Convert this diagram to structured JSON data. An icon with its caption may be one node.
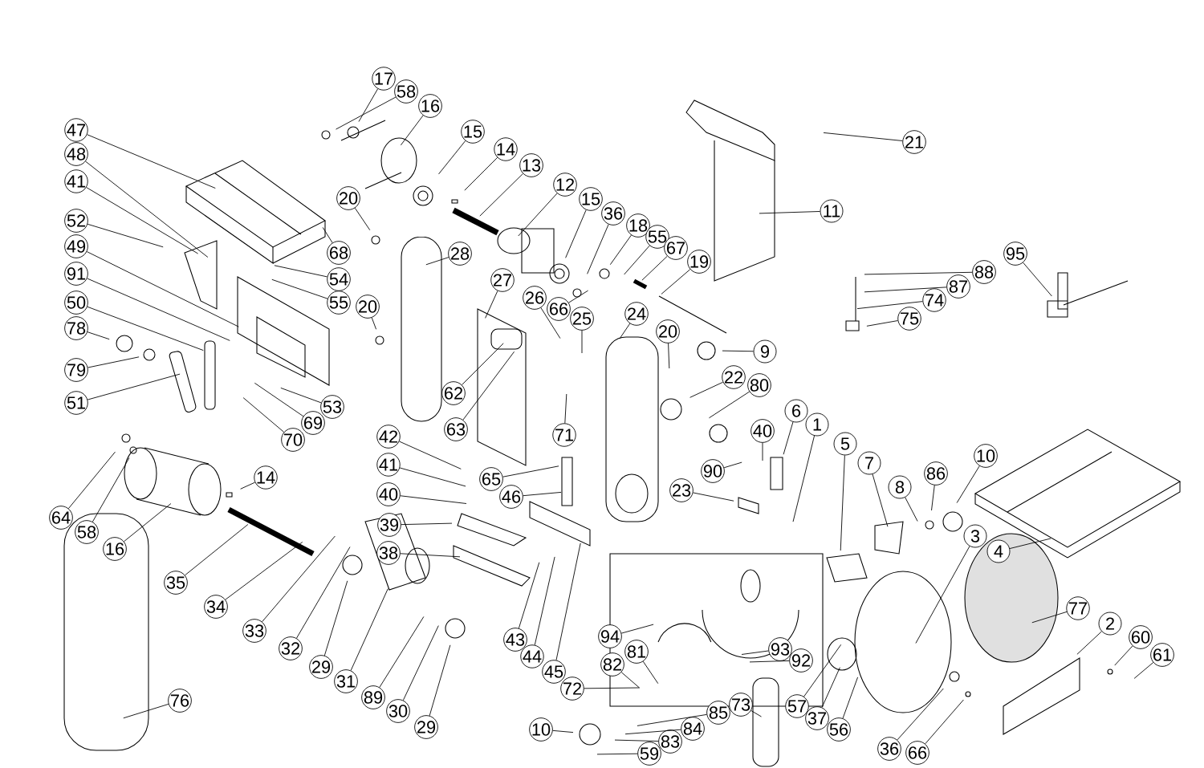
{
  "diagram": {
    "nodes": [
      {
        "text": [
          "17"
        ]
      },
      {
        "text": [
          "58"
        ]
      },
      {
        "text": [
          "16"
        ]
      },
      {
        "text": [
          "47"
        ]
      },
      {
        "text": [
          "15"
        ]
      },
      {
        "text": [
          "21"
        ]
      },
      {
        "text": [
          "14"
        ]
      },
      {
        "text": [
          "48"
        ]
      },
      {
        "text": [
          "13"
        ]
      },
      {
        "text": [
          "20"
        ]
      },
      {
        "text": [
          "41"
        ]
      },
      {
        "text": [
          "12"
        ]
      },
      {
        "text": [
          "15"
        ]
      },
      {
        "text": [
          "11"
        ]
      },
      {
        "text": [
          "36"
        ]
      },
      {
        "text": [
          "52"
        ]
      },
      {
        "text": [
          "18"
        ]
      },
      {
        "text": [
          "55"
        ]
      },
      {
        "text": [
          "49"
        ]
      },
      {
        "text": [
          "67"
        ]
      },
      {
        "text": [
          "68"
        ]
      },
      {
        "text": [
          "95"
        ]
      },
      {
        "text": [
          "28"
        ]
      },
      {
        "text": [
          "19"
        ]
      },
      {
        "text": [
          "88"
        ]
      },
      {
        "text": [
          "91"
        ]
      },
      {
        "text": [
          "54"
        ]
      },
      {
        "text": [
          "87"
        ]
      },
      {
        "text": [
          "26"
        ]
      },
      {
        "text": [
          "74"
        ]
      },
      {
        "text": [
          "55"
        ]
      },
      {
        "text": [
          "50"
        ]
      },
      {
        "text": [
          "66"
        ]
      },
      {
        "text": [
          "27"
        ]
      },
      {
        "text": [
          "20"
        ]
      },
      {
        "text": [
          "24"
        ]
      },
      {
        "text": [
          "75"
        ]
      },
      {
        "text": [
          "25"
        ]
      },
      {
        "text": [
          "78"
        ]
      },
      {
        "text": [
          "20"
        ]
      },
      {
        "text": [
          "9"
        ]
      },
      {
        "text": [
          "22"
        ]
      },
      {
        "text": [
          "79"
        ]
      },
      {
        "text": [
          "80"
        ]
      },
      {
        "text": [
          "62"
        ]
      },
      {
        "text": [
          "51"
        ]
      },
      {
        "text": [
          "53"
        ]
      },
      {
        "text": [
          "6"
        ]
      },
      {
        "text": [
          "69"
        ]
      },
      {
        "text": [
          "1"
        ]
      },
      {
        "text": [
          "63"
        ]
      },
      {
        "text": [
          "40"
        ]
      },
      {
        "text": [
          "71"
        ]
      },
      {
        "text": [
          "42"
        ]
      },
      {
        "text": [
          "70"
        ]
      },
      {
        "text": [
          "5"
        ]
      },
      {
        "text": [
          "10"
        ]
      },
      {
        "text": [
          "7"
        ]
      },
      {
        "text": [
          "41"
        ]
      },
      {
        "text": [
          "90"
        ]
      },
      {
        "text": [
          "14"
        ]
      },
      {
        "text": [
          "65"
        ]
      },
      {
        "text": [
          "86"
        ]
      },
      {
        "text": [
          "8"
        ]
      },
      {
        "text": [
          "23"
        ]
      },
      {
        "text": [
          "40"
        ]
      },
      {
        "text": [
          "46"
        ]
      },
      {
        "text": [
          "64"
        ]
      },
      {
        "text": [
          "39"
        ]
      },
      {
        "text": [
          "58"
        ]
      },
      {
        "text": [
          "3"
        ]
      },
      {
        "text": [
          "16"
        ]
      },
      {
        "text": [
          "4"
        ]
      },
      {
        "text": [
          "38"
        ]
      },
      {
        "text": [
          "35"
        ]
      },
      {
        "text": [
          "34"
        ]
      },
      {
        "text": [
          "77"
        ]
      },
      {
        "text": [
          "2"
        ]
      },
      {
        "text": [
          "33"
        ]
      },
      {
        "text": [
          "94"
        ]
      },
      {
        "text": [
          "60"
        ]
      },
      {
        "text": [
          "43"
        ]
      },
      {
        "text": [
          "32"
        ]
      },
      {
        "text": [
          "93"
        ]
      },
      {
        "text": [
          "81"
        ]
      },
      {
        "text": [
          "44"
        ]
      },
      {
        "text": [
          "61"
        ]
      },
      {
        "text": [
          "92"
        ]
      },
      {
        "text": [
          "82"
        ]
      },
      {
        "text": [
          "29"
        ]
      },
      {
        "text": [
          "45"
        ]
      },
      {
        "text": [
          "31"
        ]
      },
      {
        "text": [
          "72"
        ]
      },
      {
        "text": [
          "89"
        ]
      },
      {
        "text": [
          "76"
        ]
      },
      {
        "text": [
          "73"
        ]
      },
      {
        "text": [
          "57"
        ]
      },
      {
        "text": [
          "30"
        ]
      },
      {
        "text": [
          "85"
        ]
      },
      {
        "text": [
          "37"
        ]
      },
      {
        "text": [
          "29"
        ]
      },
      {
        "text": [
          "84"
        ]
      },
      {
        "text": [
          "10"
        ]
      },
      {
        "text": [
          "56"
        ]
      },
      {
        "text": [
          "83"
        ]
      },
      {
        "text": [
          "36"
        ]
      },
      {
        "text": [
          "66"
        ]
      },
      {
        "text": [
          "59"
        ]
      }
    ],
    "edges": [
      {
        "from": 0,
        "to": null,
        "arrow": "none"
      },
      {
        "from": 1,
        "to": null,
        "arrow": "none"
      },
      {
        "from": 2,
        "to": null,
        "arrow": "none"
      },
      {
        "from": 3,
        "to": null,
        "arrow": "none"
      },
      {
        "from": 4,
        "to": null,
        "arrow": "none"
      },
      {
        "from": 5,
        "to": null,
        "arrow": "none"
      },
      {
        "from": 6,
        "to": null,
        "arrow": "none"
      },
      {
        "from": 7,
        "to": null,
        "arrow": "none"
      },
      {
        "from": 8,
        "to": null,
        "arrow": "none"
      },
      {
        "from": 9,
        "to": null,
        "arrow": "none"
      },
      {
        "from": 10,
        "to": null,
        "arrow": "none"
      },
      {
        "from": 11,
        "to": null,
        "arrow": "none"
      },
      {
        "from": 12,
        "to": null,
        "arrow": "none"
      },
      {
        "from": 13,
        "to": null,
        "arrow": "none"
      },
      {
        "from": 14,
        "to": null,
        "arrow": "none"
      },
      {
        "from": 15,
        "to": null,
        "arrow": "none"
      },
      {
        "from": 16,
        "to": null,
        "arrow": "none"
      },
      {
        "from": 17,
        "to": null,
        "arrow": "none"
      },
      {
        "from": 18,
        "to": null,
        "arrow": "none"
      },
      {
        "from": 19,
        "to": null,
        "arrow": "none"
      },
      {
        "from": 20,
        "to": null,
        "arrow": "none"
      },
      {
        "from": 21,
        "to": null,
        "arrow": "none"
      },
      {
        "from": 22,
        "to": null,
        "arrow": "none"
      },
      {
        "from": 23,
        "to": null,
        "arrow": "none"
      },
      {
        "from": 24,
        "to": null,
        "arrow": "none"
      },
      {
        "from": 25,
        "to": null,
        "arrow": "none"
      },
      {
        "from": 26,
        "to": null,
        "arrow": "none"
      },
      {
        "from": 27,
        "to": null,
        "arrow": "none"
      },
      {
        "from": 28,
        "to": null,
        "arrow": "none"
      },
      {
        "from": 29,
        "to": null,
        "arrow": "none"
      },
      {
        "from": 30,
        "to": null,
        "arrow": "none"
      },
      {
        "from": 31,
        "to": null,
        "arrow": "none"
      },
      {
        "from": 32,
        "to": null,
        "arrow": "none"
      },
      {
        "from": 33,
        "to": null,
        "arrow": "none"
      },
      {
        "from": 34,
        "to": null,
        "arrow": "none"
      },
      {
        "from": 35,
        "to": null,
        "arrow": "none"
      },
      {
        "from": 36,
        "to": null,
        "arrow": "none"
      },
      {
        "from": 37,
        "to": null,
        "arrow": "none"
      },
      {
        "from": 38,
        "to": null,
        "arrow": "none"
      },
      {
        "from": 39,
        "to": null,
        "arrow": "none"
      },
      {
        "from": 40,
        "to": null,
        "arrow": "none"
      },
      {
        "from": 41,
        "to": null,
        "arrow": "none"
      },
      {
        "from": 42,
        "to": null,
        "arrow": "none"
      },
      {
        "from": 43,
        "to": null,
        "arrow": "none"
      },
      {
        "from": 44,
        "to": null,
        "arrow": "none"
      },
      {
        "from": 45,
        "to": null,
        "arrow": "none"
      },
      {
        "from": 46,
        "to": null,
        "arrow": "none"
      },
      {
        "from": 47,
        "to": null,
        "arrow": "none"
      },
      {
        "from": 48,
        "to": null,
        "arrow": "none"
      },
      {
        "from": 49,
        "to": null,
        "arrow": "none"
      },
      {
        "from": 50,
        "to": null,
        "arrow": "none"
      },
      {
        "from": 51,
        "to": null,
        "arrow": "none"
      },
      {
        "from": 52,
        "to": null,
        "arrow": "none"
      },
      {
        "from": 53,
        "to": null,
        "arrow": "none"
      },
      {
        "from": 54,
        "to": null,
        "arrow": "none"
      },
      {
        "from": 55,
        "to": null,
        "arrow": "none"
      },
      {
        "from": 56,
        "to": null,
        "arrow": "none"
      },
      {
        "from": 57,
        "to": null,
        "arrow": "none"
      },
      {
        "from": 58,
        "to": null,
        "arrow": "none"
      },
      {
        "from": 59,
        "to": null,
        "arrow": "none"
      },
      {
        "from": 60,
        "to": null,
        "arrow": "none"
      },
      {
        "from": 61,
        "to": null,
        "arrow": "none"
      },
      {
        "from": 62,
        "to": null,
        "arrow": "none"
      },
      {
        "from": 63,
        "to": null,
        "arrow": "none"
      },
      {
        "from": 64,
        "to": null,
        "arrow": "none"
      },
      {
        "from": 65,
        "to": null,
        "arrow": "none"
      },
      {
        "from": 66,
        "to": null,
        "arrow": "none"
      },
      {
        "from": 67,
        "to": null,
        "arrow": "none"
      },
      {
        "from": 68,
        "to": null,
        "arrow": "none"
      },
      {
        "from": 69,
        "to": null,
        "arrow": "none"
      },
      {
        "from": 70,
        "to": null,
        "arrow": "none"
      },
      {
        "from": 71,
        "to": null,
        "arrow": "none"
      },
      {
        "from": 72,
        "to": null,
        "arrow": "none"
      },
      {
        "from": 73,
        "to": null,
        "arrow": "none"
      },
      {
        "from": 74,
        "to": null,
        "arrow": "none"
      },
      {
        "from": 75,
        "to": null,
        "arrow": "none"
      },
      {
        "from": 76,
        "to": null,
        "arrow": "none"
      },
      {
        "from": 77,
        "to": null,
        "arrow": "none"
      },
      {
        "from": 78,
        "to": null,
        "arrow": "none"
      },
      {
        "from": 79,
        "to": null,
        "arrow": "none"
      },
      {
        "from": 80,
        "to": null,
        "arrow": "none"
      },
      {
        "from": 81,
        "to": null,
        "arrow": "none"
      },
      {
        "from": 82,
        "to": null,
        "arrow": "none"
      },
      {
        "from": 83,
        "to": null,
        "arrow": "none"
      },
      {
        "from": 84,
        "to": null,
        "arrow": "none"
      },
      {
        "from": 85,
        "to": null,
        "arrow": "none"
      },
      {
        "from": 86,
        "to": null,
        "arrow": "none"
      },
      {
        "from": 87,
        "to": null,
        "arrow": "none"
      },
      {
        "from": 88,
        "to": null,
        "arrow": "none"
      },
      {
        "from": 89,
        "to": null,
        "arrow": "none"
      },
      {
        "from": 90,
        "to": null,
        "arrow": "none"
      },
      {
        "from": 91,
        "to": null,
        "arrow": "none"
      },
      {
        "from": 92,
        "to": null,
        "arrow": "none"
      },
      {
        "from": 93,
        "to": null,
        "arrow": "none"
      },
      {
        "from": 94,
        "to": null,
        "arrow": "none"
      },
      {
        "from": 95,
        "to": null,
        "arrow": "none"
      },
      {
        "from": 96,
        "to": null,
        "arrow": "none"
      },
      {
        "from": 97,
        "to": null,
        "arrow": "none"
      },
      {
        "from": 98,
        "to": null,
        "arrow": "none"
      },
      {
        "from": 99,
        "to": null,
        "arrow": "none"
      },
      {
        "from": 100,
        "to": null,
        "arrow": "none"
      },
      {
        "from": 101,
        "to": null,
        "arrow": "none"
      },
      {
        "from": 102,
        "to": null,
        "arrow": "none"
      },
      {
        "from": 103,
        "to": null,
        "arrow": "none"
      },
      {
        "from": 104,
        "to": null,
        "arrow": "none"
      },
      {
        "from": 105,
        "to": null,
        "arrow": "none"
      },
      {
        "from": 106,
        "to": null,
        "arrow": "none"
      },
      {
        "from": 107,
        "to": null,
        "arrow": "none"
      }
    ]
  }
}
